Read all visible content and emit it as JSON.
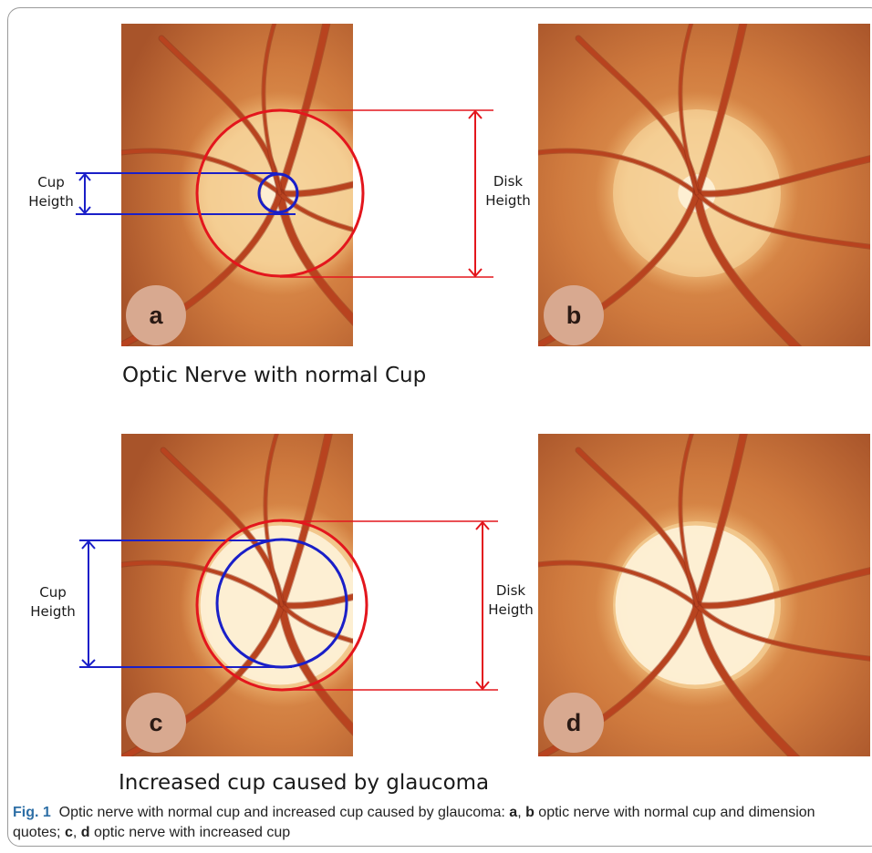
{
  "figure": {
    "panels": [
      {
        "id": "a",
        "label": "a",
        "annotated": true,
        "cup_scale": 0.09
      },
      {
        "id": "b",
        "label": "b",
        "annotated": false,
        "cup_scale": 0.09
      },
      {
        "id": "c",
        "label": "c",
        "annotated": true,
        "cup_scale": 0.38
      },
      {
        "id": "d",
        "label": "d",
        "annotated": false,
        "cup_scale": 0.38
      }
    ],
    "row_titles": {
      "top": "Optic Nerve with normal Cup",
      "bottom": "Increased cup caused by glaucoma"
    },
    "measure_labels": {
      "cup": "Cup\nHeigth",
      "disk": "Disk\nHeigth"
    },
    "colors": {
      "disk_outline": "#e3161d",
      "cup_outline": "#1a1fc8",
      "badge": "#d8a990",
      "fig_label": "#2e6fa6"
    }
  },
  "caption": {
    "fig_label": "Fig. 1",
    "text_1": "Optic nerve with normal cup and increased cup caused by glaucoma: ",
    "a": "a",
    "sep1": ", ",
    "b": "b",
    "text_2": " optic nerve with normal cup and dimension quotes; ",
    "c": "c",
    "sep2": ", ",
    "d": "d",
    "text_3": " optic nerve with increased cup"
  }
}
